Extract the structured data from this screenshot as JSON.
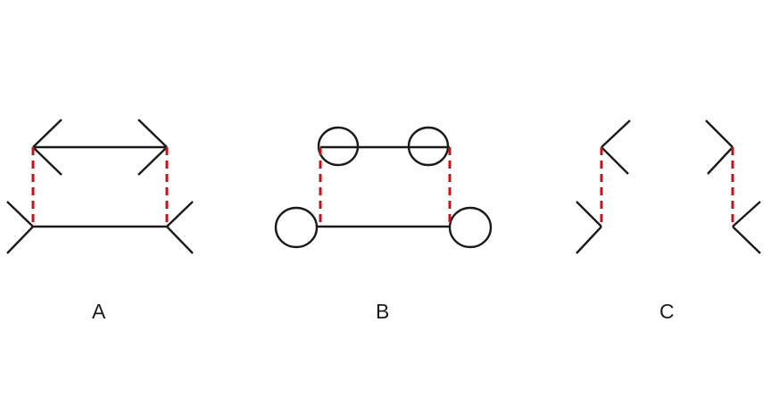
{
  "panels": [
    {
      "label": "A"
    },
    {
      "label": "B"
    },
    {
      "label": "C"
    }
  ],
  "colors": {
    "line": "#1a1a1a",
    "guide": "#c0141c",
    "background": "#ffffff"
  }
}
